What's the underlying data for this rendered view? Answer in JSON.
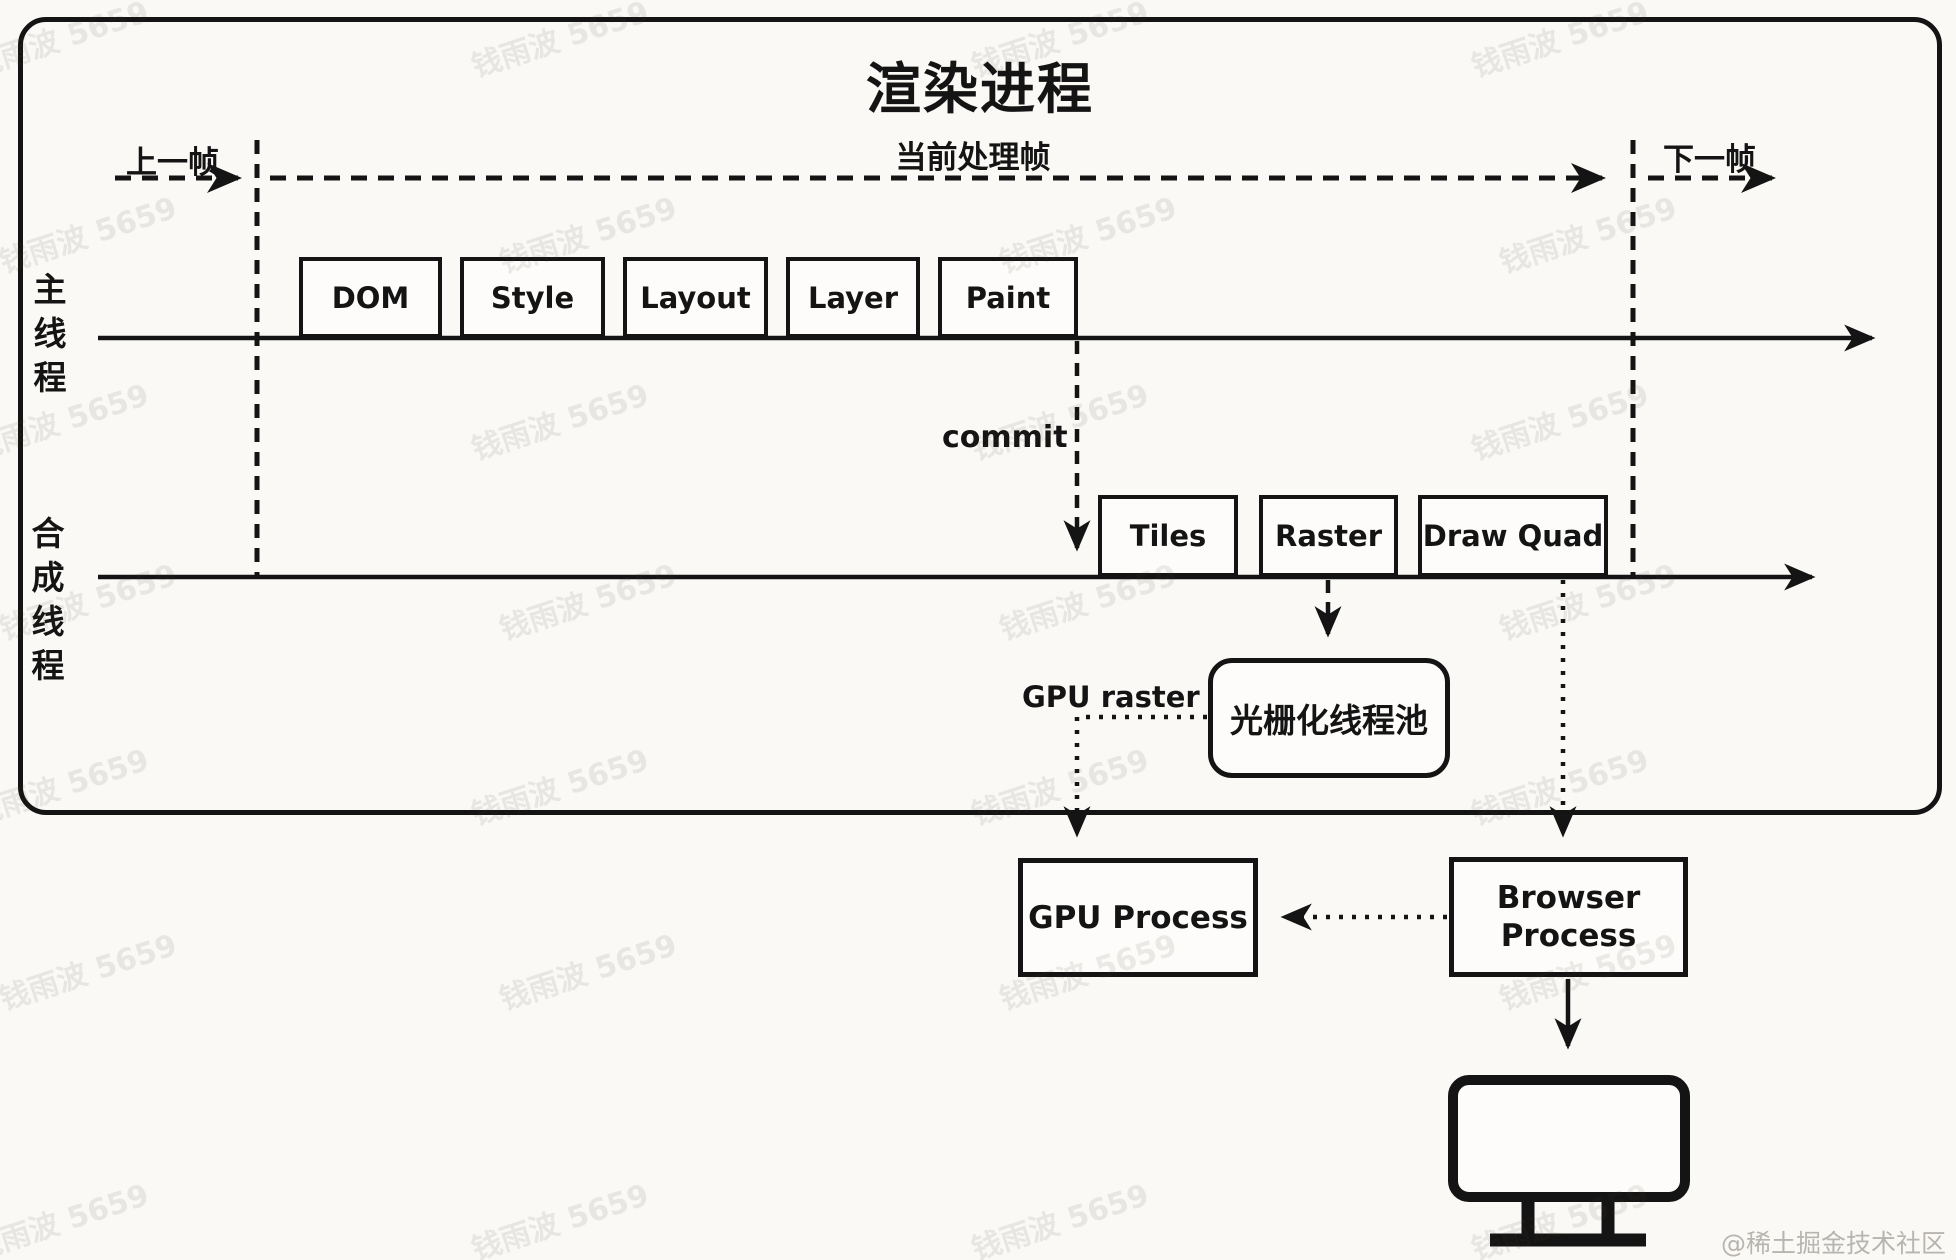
{
  "page": {
    "title": "渲染进程",
    "credit": "@稀土掘金技术社区"
  },
  "watermark": {
    "text": "钱雨波 5659"
  },
  "frames": {
    "previous": "上一帧",
    "current": "当前处理帧",
    "next": "下一帧"
  },
  "threads": {
    "main": {
      "label": "主线程",
      "tasks": [
        "DOM",
        "Style",
        "Layout",
        "Layer",
        "Paint"
      ]
    },
    "compositor": {
      "label": "合成线程",
      "tasks": [
        "Tiles",
        "Raster",
        "Draw Quad"
      ]
    }
  },
  "labels": {
    "commit": "commit",
    "gpu_raster": "GPU raster",
    "raster_pool": "光栅化线程池"
  },
  "processes": {
    "gpu": "GPU Process",
    "browser": "Browser Process"
  },
  "colors": {
    "ink": "#141414",
    "background": "#faf9f6",
    "watermark_gray": "rgba(80,70,60,0.10)",
    "credit_gray": "#b8b5b1"
  }
}
